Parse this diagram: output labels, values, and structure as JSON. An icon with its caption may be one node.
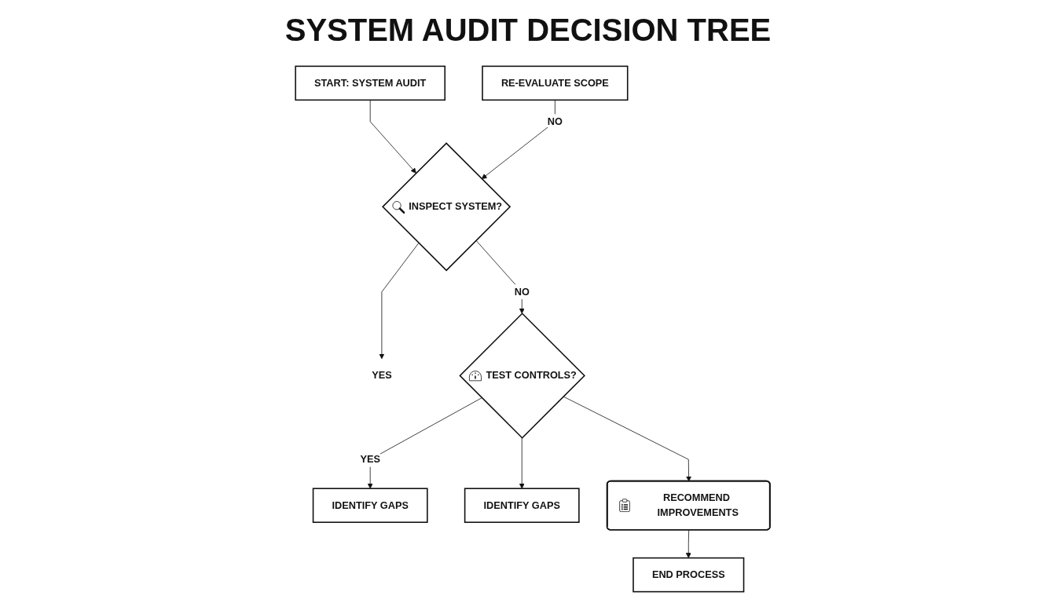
{
  "diagram": {
    "title": "SYSTEM AUDIT DECISION TREE",
    "nodes": [
      {
        "text": [
          "START: SYSTEM AUDIT"
        ]
      },
      {
        "text": [
          "RE-EVALUATE SCOPE"
        ]
      },
      {
        "text": [
          "INSPECT SYSTEM?"
        ]
      },
      {
        "text": [
          "YES"
        ]
      },
      {
        "text": [
          "TEST CONTROLS?"
        ]
      },
      {
        "text": [
          "IDENTIFY GAPS"
        ]
      },
      {
        "text": [
          "IDENTIFY GAPS"
        ]
      },
      {
        "text": [
          "RECOMMEND IMPROVEMENTS"
        ]
      },
      {
        "text": [
          "END PROCESS"
        ]
      }
    ],
    "edges": [
      {
        "from": 0,
        "to": 2,
        "arrow": "to"
      },
      {
        "from": 1,
        "to": 2,
        "arrow": "to",
        "label": "NO"
      },
      {
        "from": 2,
        "to": 3,
        "arrow": "to"
      },
      {
        "from": 2,
        "to": 4,
        "arrow": "to",
        "label": "NO"
      },
      {
        "from": 4,
        "to": 5,
        "arrow": "to",
        "label": "YES"
      },
      {
        "from": 4,
        "to": 6,
        "arrow": "to"
      },
      {
        "from": 4,
        "to": 7,
        "arrow": "to"
      },
      {
        "from": 7,
        "to": 8,
        "arrow": "to"
      }
    ]
  }
}
